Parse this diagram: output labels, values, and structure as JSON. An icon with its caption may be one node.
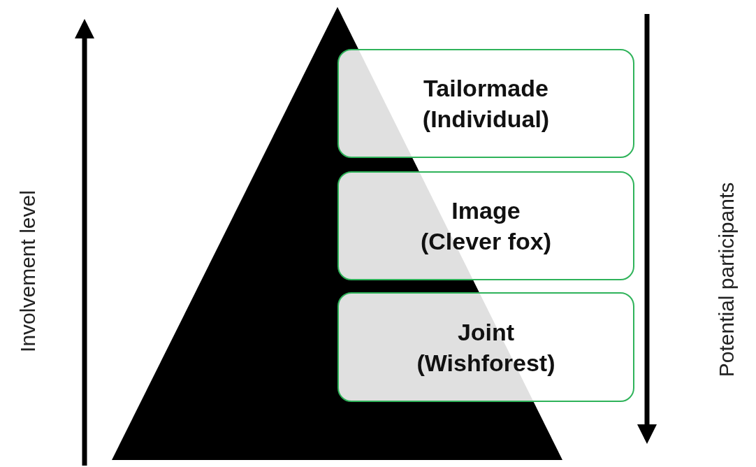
{
  "diagram": {
    "nodes": [
      {
        "text": [
          "Tailormade",
          "(Individual)"
        ]
      },
      {
        "text": [
          "Image",
          "(Clever fox)"
        ]
      },
      {
        "text": [
          "Joint",
          "(Wishforest)"
        ]
      }
    ],
    "labels": [
      "Involvement level",
      "Potential participants"
    ]
  }
}
